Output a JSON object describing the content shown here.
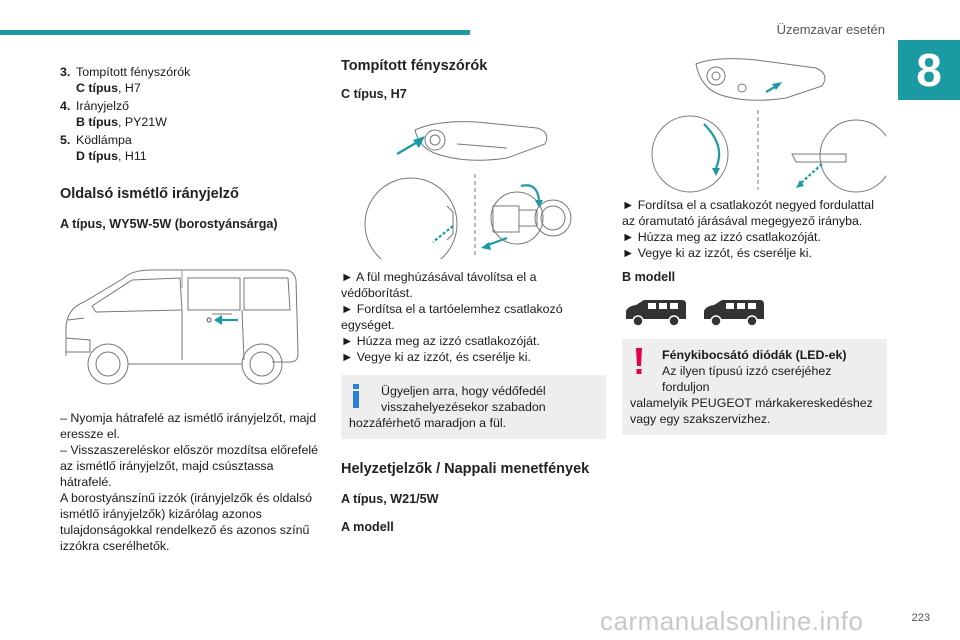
{
  "header": {
    "title": "Üzemzavar esetén",
    "chapter": "8"
  },
  "col1": {
    "list": [
      {
        "num": "3.",
        "line1": "Tompított fényszórók",
        "type_bold": "C típus",
        "type_rest": ", H7"
      },
      {
        "num": "4.",
        "line1": "Irányjelző",
        "type_bold": "B típus",
        "type_rest": ", PY21W"
      },
      {
        "num": "5.",
        "line1": "Ködlámpa",
        "type_bold": "D típus",
        "type_rest": ", H11"
      }
    ],
    "section_title": "Oldalsó ismétlő irányjelző",
    "subtitle": "A típus, WY5W-5W (borostyánsárga)",
    "paragraph1": "– Nyomja hátrafelé az ismétlő irányjelzőt, majd eressze el.",
    "paragraph2": "– Visszaszereléskor először mozdítsa előrefelé az ismétlő irányjelzőt, majd csúsztassa hátrafelé.",
    "paragraph3": "A borostyánszínű izzók (irányjelzők és oldalsó ismétlő irányjelzők) kizárólag azonos tulajdonságokkal rendelkező és azonos színű izzókra cserélhetők."
  },
  "col2": {
    "section_title": "Tompított fényszórók",
    "subtitle": "C típus, H7",
    "steps": [
      "► A fül meghúzásával távolítsa el a védőborítást.",
      "► Fordítsa el a tartóelemhez csatlakozó egységet.",
      "► Húzza meg az izzó csatlakozóját.",
      "► Vegye ki az izzót, és cserélje ki."
    ],
    "note_line1": "Ügyeljen arra, hogy védőfedél visszahelyezésekor szabadon",
    "note_line2": "hozzáférhető maradjon a fül.",
    "section2_title": "Helyzetjelzők / Nappali menetfények",
    "subtitle2": "A típus, W21/5W",
    "model": "A modell"
  },
  "col3": {
    "steps": [
      "► Fordítsa el a csatlakozót negyed fordulattal az óramutató járásával megegyező irányba.",
      "► Húzza meg az izzó csatlakozóját.",
      "► Vegye ki az izzót, és cserélje ki."
    ],
    "model": "B modell",
    "warning_title": "Fénykibocsátó diódák (LED-ek)",
    "warning_line1": "Az ilyen típusú izzó cseréjéhez forduljon",
    "warning_line2": "valamelyik PEUGEOT márkakereskedéshez vagy egy szakszervizhez."
  },
  "colors": {
    "accent": "#1c9aa3",
    "warning": "#e0004d",
    "info": "#2a7fd4",
    "note_bg": "#eeeeee"
  },
  "footer": {
    "page": "223",
    "watermark": "carmanualsonline.info"
  }
}
